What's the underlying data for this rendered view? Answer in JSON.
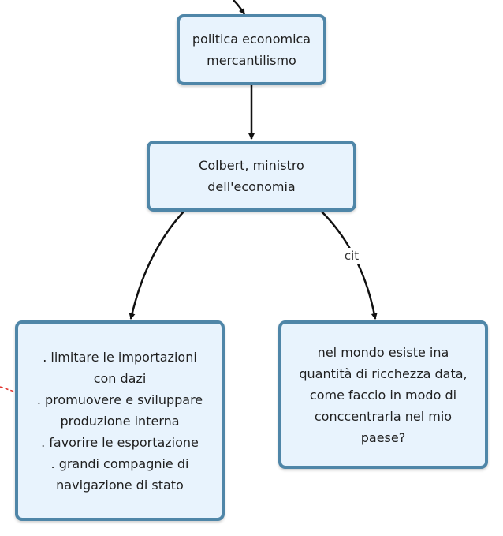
{
  "nodes": {
    "n1": {
      "text": "politica economica\nmercantilismo"
    },
    "n2": {
      "text": "Colbert, ministro\ndell'economia"
    },
    "n3": {
      "text": ". limitare le importazioni\ncon dazi\n. promuovere e sviluppare\nproduzione interna\n. favorire le esportazione\n. grandi compagnie di\nnavigazione di stato"
    },
    "n4": {
      "text": "nel mondo esiste ina\nquantità di ricchezza data,\ncome faccio in modo di\nconccentrarla nel mio\npaese?"
    }
  },
  "edges": [
    {
      "from": "offscreen-top",
      "to": "n1"
    },
    {
      "from": "n1",
      "to": "n2"
    },
    {
      "from": "n2",
      "to": "n3"
    },
    {
      "from": "n2",
      "to": "n4",
      "label": "cit"
    },
    {
      "from": "offscreen-left",
      "to": "n3",
      "style": "dashed",
      "color": "#e0302a"
    }
  ],
  "colors": {
    "node_fill": "#e8f3fd",
    "node_border": "#4f86a8",
    "edge": "#111111",
    "dashed_edge": "#e0302a"
  }
}
